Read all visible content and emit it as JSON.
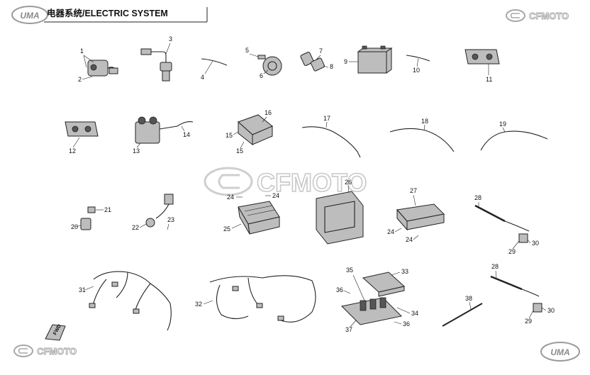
{
  "header": {
    "title": "电器系统/ELECTRIC SYSTEM",
    "brand_left": "UMA",
    "brand_right": "CFMOTO"
  },
  "watermark": {
    "text": "CFMOTO"
  },
  "footer": {
    "brand_left": "CFMOTO",
    "brand_right": "UMA"
  },
  "fwd_tag": "FWD",
  "callouts": {
    "c1": "1",
    "c2": "2",
    "c3": "3",
    "c4": "4",
    "c5": "5",
    "c6": "6",
    "c7": "7",
    "c8": "8",
    "c9": "9",
    "c10": "10",
    "c11": "11",
    "c12": "12",
    "c13": "13",
    "c14": "14",
    "c15a": "15",
    "c15b": "15",
    "c16": "16",
    "c17": "17",
    "c18": "18",
    "c19": "19",
    "c20": "20",
    "c21": "21",
    "c22": "22",
    "c23": "23",
    "c24a": "24",
    "c24b": "24",
    "c24c": "24",
    "c24d": "24",
    "c25": "25",
    "c26": "26",
    "c27": "27",
    "c28a": "28",
    "c28b": "28",
    "c29a": "29",
    "c29b": "29",
    "c30a": "30",
    "c30b": "30",
    "c31": "31",
    "c32": "32",
    "c33": "33",
    "c34": "34",
    "c35": "35",
    "c36a": "36",
    "c36b": "36",
    "c37": "37",
    "c38": "38"
  },
  "colors": {
    "ink": "#222222",
    "watermark": "#c8c8c8",
    "part_fill": "#bdbdbd"
  }
}
